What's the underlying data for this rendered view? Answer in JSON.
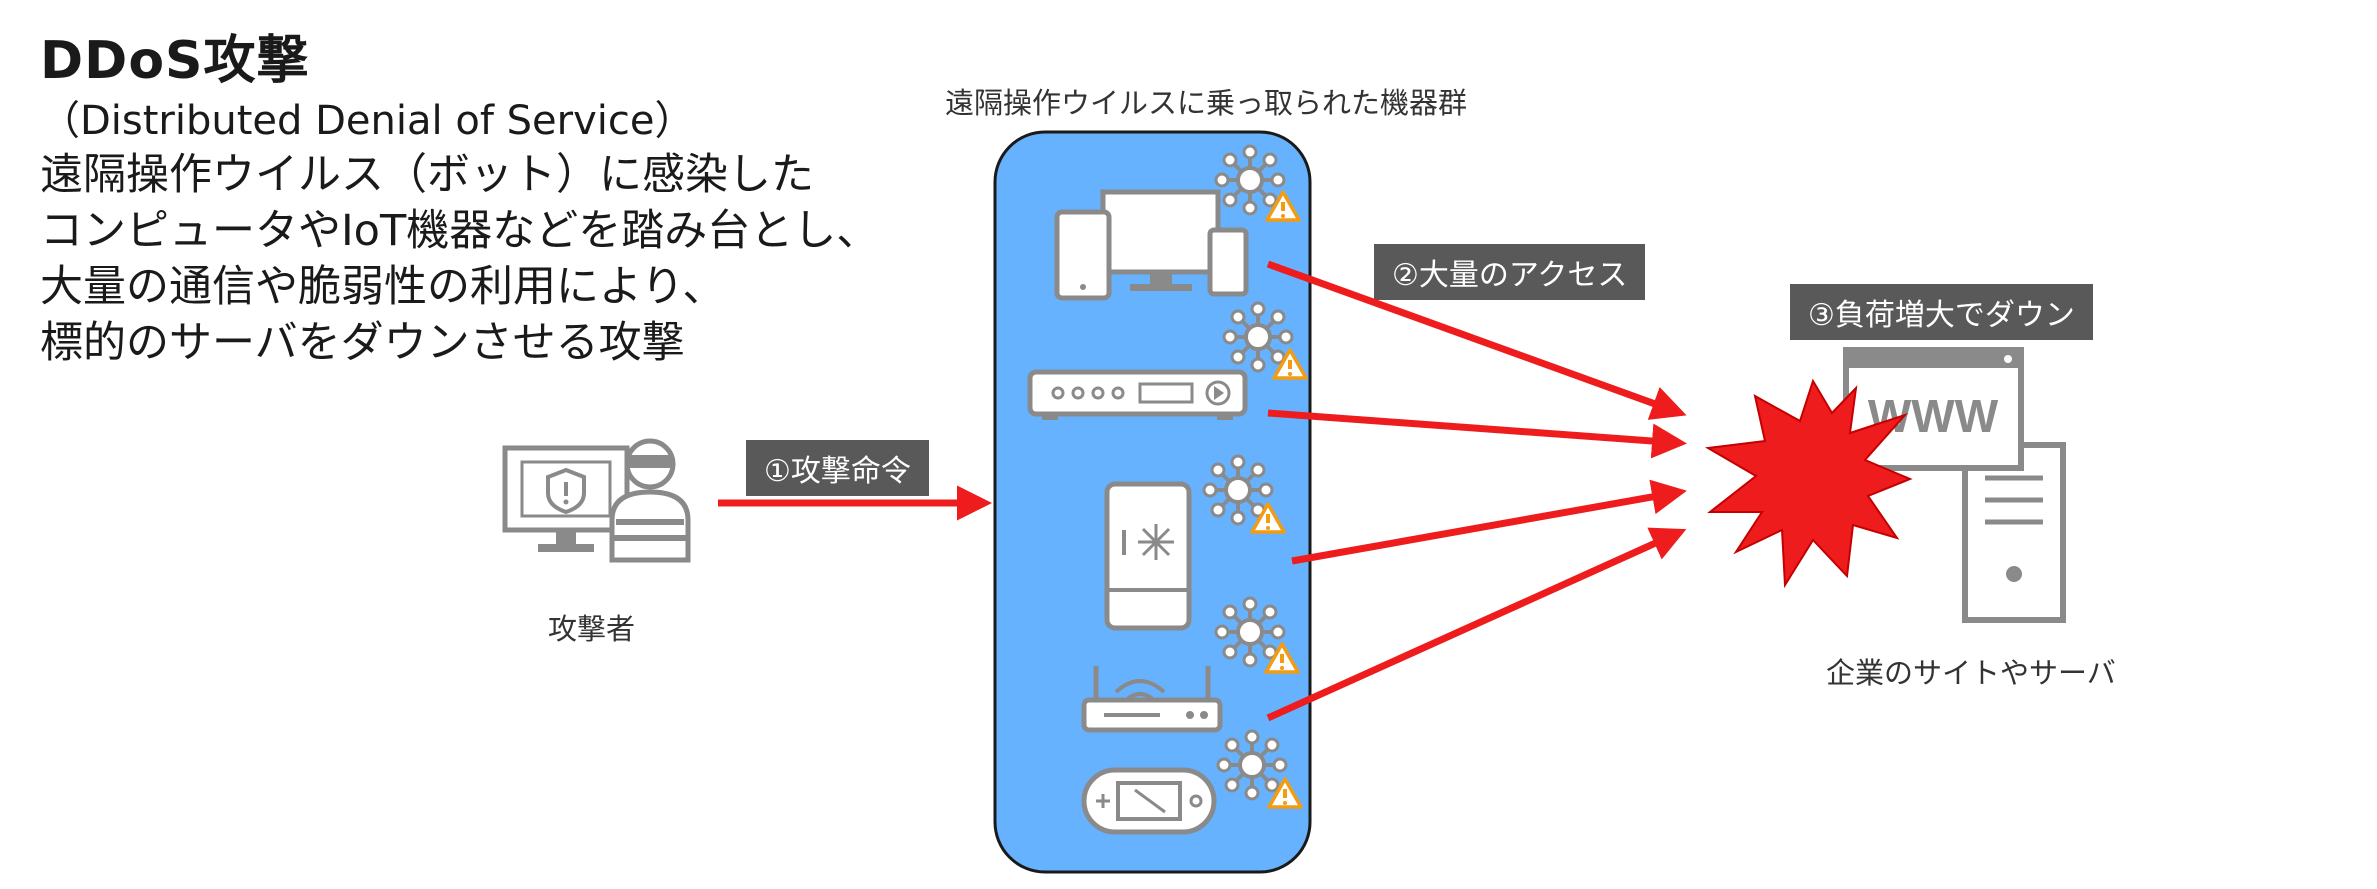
{
  "title": "DDoS攻撃",
  "subtitle": "（Distributed Denial of Service）",
  "description": [
    "遠隔操作ウイルス（ボット）に感染した",
    "コンピュータやIoT機器などを踏み台とし、",
    "大量の通信や脆弱性の利用により、",
    "標的のサーバをダウンさせる攻撃"
  ],
  "infected_group_label": "遠隔操作ウイルスに乗っ取られた機器群",
  "attacker_label": "攻撃者",
  "target_label": "企業のサイトやサーバ",
  "steps": {
    "step1": "①攻撃命令",
    "step2": "②大量のアクセス",
    "step3": "③負荷増大でダウン"
  },
  "server_sign": "WWW",
  "colors": {
    "arrow": "#ee1c1c",
    "panel_fill": "#66b2ff",
    "icon_gray": "#8a8a8a",
    "tag_bg": "#595959",
    "warning": "#f39c12"
  },
  "icons": [
    "attacker-pc-icon",
    "hacker-icon",
    "pc-devices-icon",
    "media-player-icon",
    "refrigerator-icon",
    "wifi-router-icon",
    "game-console-icon",
    "virus-icon",
    "warning-icon",
    "web-server-icon",
    "explosion-icon"
  ]
}
